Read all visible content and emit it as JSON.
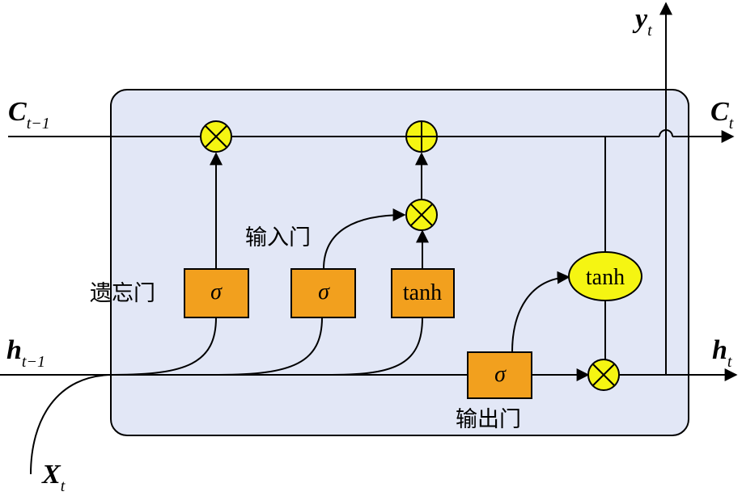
{
  "labels": {
    "c_prev": {
      "main": "C",
      "sub": "t−1"
    },
    "c_next": {
      "main": "C",
      "sub": "t"
    },
    "h_prev": {
      "main": "h",
      "sub": "t−1"
    },
    "h_next": {
      "main": "h",
      "sub": "t"
    },
    "y_out": {
      "main": "y",
      "sub": "t"
    },
    "x_in": {
      "main": "X",
      "sub": "t"
    }
  },
  "gates": {
    "forget": {
      "name": "遗忘门",
      "symbol": "σ"
    },
    "input": {
      "name": "输入门",
      "symbol": "σ"
    },
    "candidate": {
      "symbol": "tanh"
    },
    "output": {
      "name": "输出门",
      "symbol": "σ"
    },
    "cell_tanh": {
      "symbol": "tanh"
    }
  },
  "ops": {
    "multiply": "⊗",
    "add": "⊕"
  },
  "colors": {
    "cell_fill": "#e2e7f6",
    "gate_fill": "#f2a01e",
    "op_fill": "#f5f512",
    "line": "#000000"
  }
}
